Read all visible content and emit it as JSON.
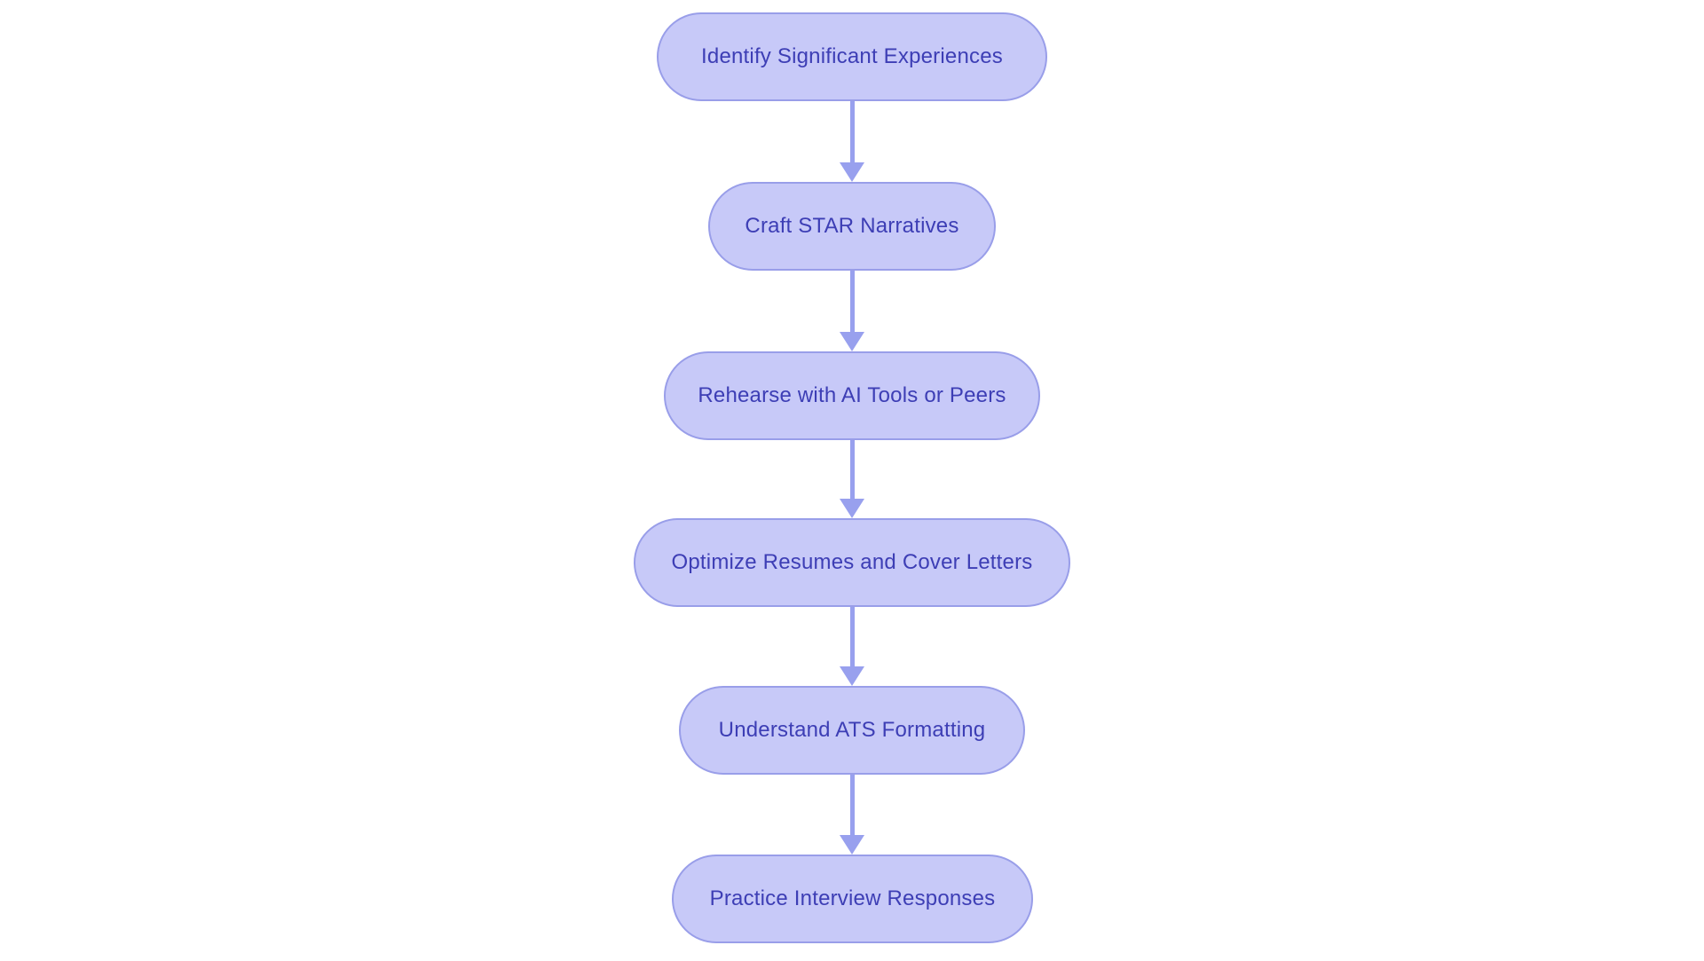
{
  "diagram": {
    "type": "flowchart",
    "direction": "top-to-bottom",
    "background_color": "#ffffff",
    "node_style": {
      "shape": "pill",
      "fill_color": "#c7c9f8",
      "border_color": "#999ee9",
      "text_color": "#3d3eb5"
    },
    "arrow_color": "#98a0ee",
    "steps": [
      {
        "label": "Identify Significant Experiences"
      },
      {
        "label": "Craft STAR Narratives"
      },
      {
        "label": "Rehearse with AI Tools or Peers"
      },
      {
        "label": "Optimize Resumes and Cover Letters"
      },
      {
        "label": "Understand ATS Formatting"
      },
      {
        "label": "Practice Interview Responses"
      }
    ],
    "edges": [
      {
        "from": "Identify Significant Experiences",
        "to": "Craft STAR Narratives"
      },
      {
        "from": "Craft STAR Narratives",
        "to": "Rehearse with AI Tools or Peers"
      },
      {
        "from": "Rehearse with AI Tools or Peers",
        "to": "Optimize Resumes and Cover Letters"
      },
      {
        "from": "Optimize Resumes and Cover Letters",
        "to": "Understand ATS Formatting"
      },
      {
        "from": "Understand ATS Formatting",
        "to": "Practice Interview Responses"
      }
    ]
  }
}
